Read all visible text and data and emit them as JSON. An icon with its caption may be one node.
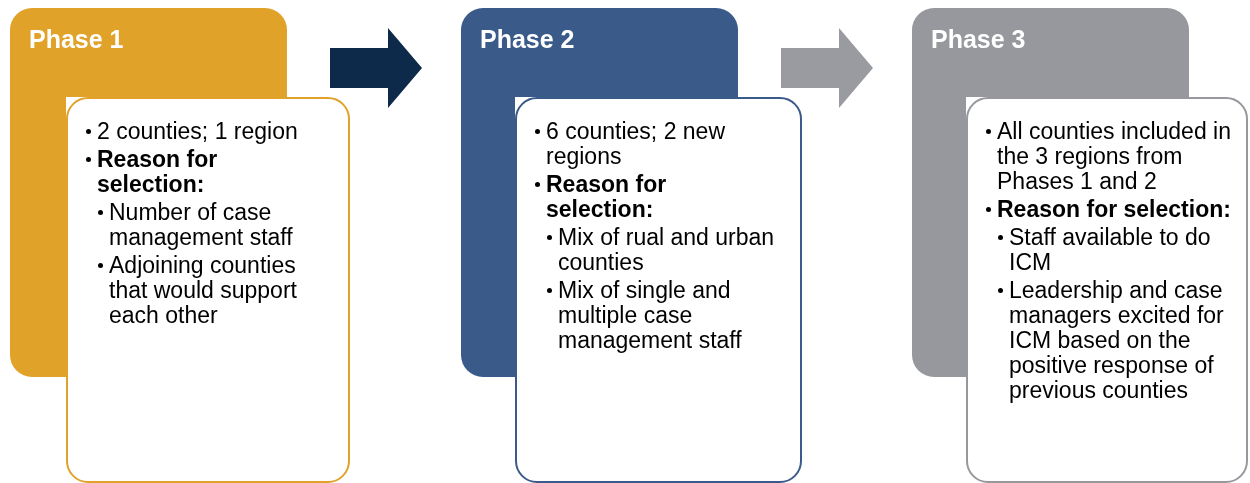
{
  "diagram": {
    "nodes": [
      {
        "text": [
          "Phase 1"
        ]
      },
      {
        "text": [
          "2 counties; 1 region",
          "Reason for selection:",
          "Number of case management staff",
          "Adjoining counties that would support each other"
        ]
      },
      {
        "text": [
          "Phase 2"
        ]
      },
      {
        "text": [
          "6 counties; 2 new regions",
          "Reason for selection:",
          "Mix of rual and urban counties",
          "Mix of single and multiple case management staff"
        ]
      },
      {
        "text": [
          "Phase 3"
        ]
      },
      {
        "text": [
          "All counties included in the 3 regions from Phases 1 and 2",
          "Reason for selection:",
          "Staff available to do ICM",
          "Leadership and case managers excited for ICM based on the positive response of previous counties"
        ]
      },
      {
        "text": [],
        "shape": "bar"
      },
      {
        "text": [],
        "shape": "bar"
      },
      {
        "text": [],
        "shape": "bar"
      }
    ],
    "edges": [
      {
        "from": 0,
        "to": 2,
        "arrow": "to",
        "style": "thick",
        "color": "#0d2a4a"
      },
      {
        "from": 2,
        "to": 4,
        "arrow": "to",
        "style": "thick",
        "color": "#999ba0"
      }
    ]
  }
}
